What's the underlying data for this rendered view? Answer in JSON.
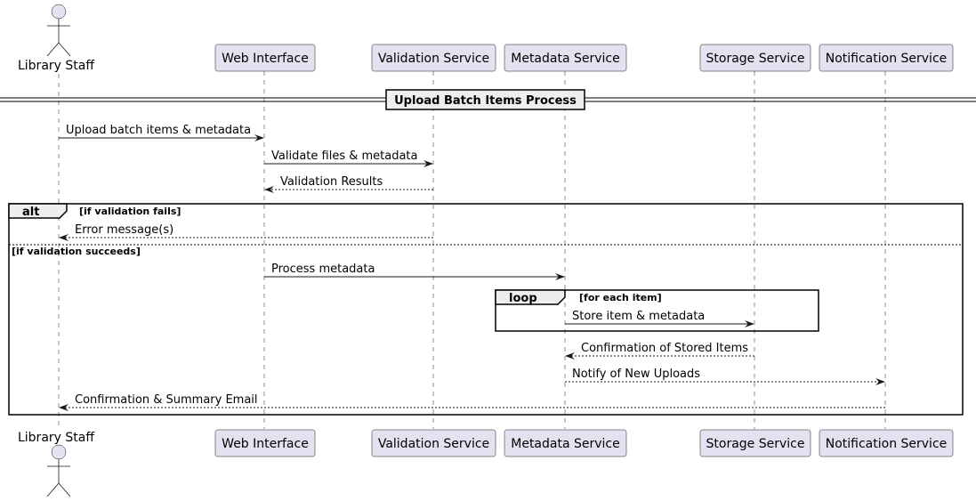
{
  "participants": [
    {
      "id": "staff",
      "label": "Library Staff",
      "kind": "actor"
    },
    {
      "id": "web",
      "label": "Web Interface",
      "kind": "participant"
    },
    {
      "id": "val",
      "label": "Validation Service",
      "kind": "participant"
    },
    {
      "id": "meta",
      "label": "Metadata Service",
      "kind": "participant"
    },
    {
      "id": "store",
      "label": "Storage Service",
      "kind": "participant"
    },
    {
      "id": "notif",
      "label": "Notification Service",
      "kind": "participant"
    }
  ],
  "divider": {
    "label": "Upload Batch Items Process"
  },
  "messages": [
    {
      "from": "staff",
      "to": "web",
      "label": "Upload batch items & metadata",
      "style": "solid"
    },
    {
      "from": "web",
      "to": "val",
      "label": "Validate files & metadata",
      "style": "solid"
    },
    {
      "from": "val",
      "to": "web",
      "label": "Validation Results",
      "style": "dashed"
    },
    {
      "from": "val",
      "to": "staff",
      "label": "Error message(s)",
      "style": "dashed"
    },
    {
      "from": "web",
      "to": "meta",
      "label": "Process metadata",
      "style": "solid"
    },
    {
      "from": "meta",
      "to": "store",
      "label": "Store item & metadata",
      "style": "solid"
    },
    {
      "from": "store",
      "to": "meta",
      "label": "Confirmation of Stored Items",
      "style": "dashed"
    },
    {
      "from": "meta",
      "to": "notif",
      "label": "Notify of New Uploads",
      "style": "dashed"
    },
    {
      "from": "notif",
      "to": "staff",
      "label": "Confirmation & Summary Email",
      "style": "dashed"
    }
  ],
  "fragments": {
    "alt": {
      "label": "alt",
      "guard": "[if validation fails]",
      "else_guard": "[if validation succeeds]"
    },
    "loop": {
      "label": "loop",
      "guard": "[for each item]"
    }
  }
}
